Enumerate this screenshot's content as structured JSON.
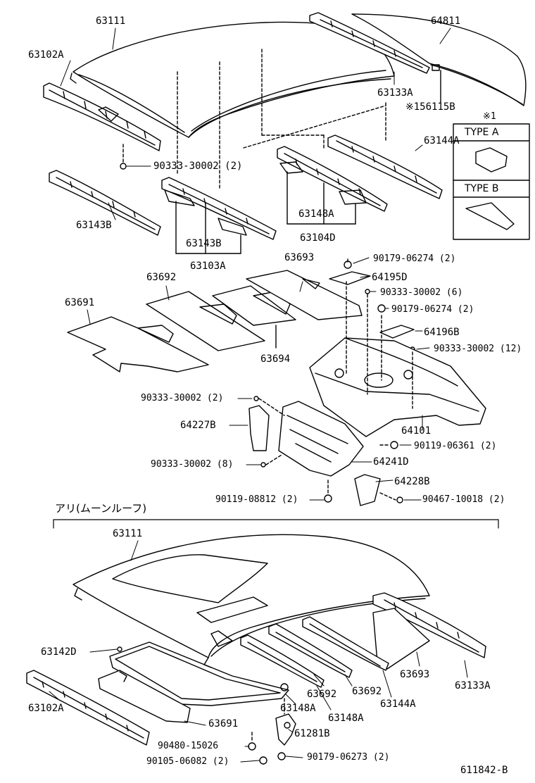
{
  "diagram": {
    "figure_code": "611842-B",
    "section_title": "アリ(ムーンルーフ)",
    "inset": {
      "note_mark": "※1",
      "type_a": "TYPE  A",
      "type_b": "TYPE  B"
    },
    "labels": {
      "p63111_top": "63111",
      "p64811": "64811",
      "p63102A_top": "63102A",
      "p63133A_top": "63133A",
      "p56115B": "※156115B",
      "p63144A_top": "63144A",
      "p90333_2a": "90333-30002 (2)",
      "p63148A_top": "63148A",
      "p63104D": "63104D",
      "p63143B_left": "63143B",
      "p63143B_mid": "63143B",
      "p63103A": "63103A",
      "p63693_top": "63693",
      "p63692_top": "63692",
      "p90179_2a": "90179-06274 (2)",
      "p64195D": "64195D",
      "p90333_6": "90333-30002 (6)",
      "p90179_2b": "90179-06274 (2)",
      "p63691_top": "63691",
      "p64196B": "64196B",
      "p90333_12": "90333-30002 (12)",
      "p63694": "63694",
      "p90333_2b": "90333-30002 (2)",
      "p64227B": "64227B",
      "p64101": "64101",
      "p90119_06361": "90119-06361 (2)",
      "p90333_8": "90333-30002 (8)",
      "p64241D": "64241D",
      "p64228B": "64228B",
      "p90119_08812": "90119-08812 (2)",
      "p90467": "90467-10018 (2)",
      "p63111_bot": "63111",
      "p63142D": "63142D",
      "p63693_bot": "63693",
      "p63133A_bot": "63133A",
      "p63692_a": "63692",
      "p63692_b": "63692",
      "p63144A_bot": "63144A",
      "p63148A_a": "63148A",
      "p63148A_b": "63148A",
      "p63102A_bot": "63102A",
      "p63691_bot": "63691",
      "p61281B": "61281B",
      "p90480": "90480-15026",
      "p90105": "90105-06082 (2)",
      "p90179_06273": "90179-06273 (2)"
    }
  }
}
